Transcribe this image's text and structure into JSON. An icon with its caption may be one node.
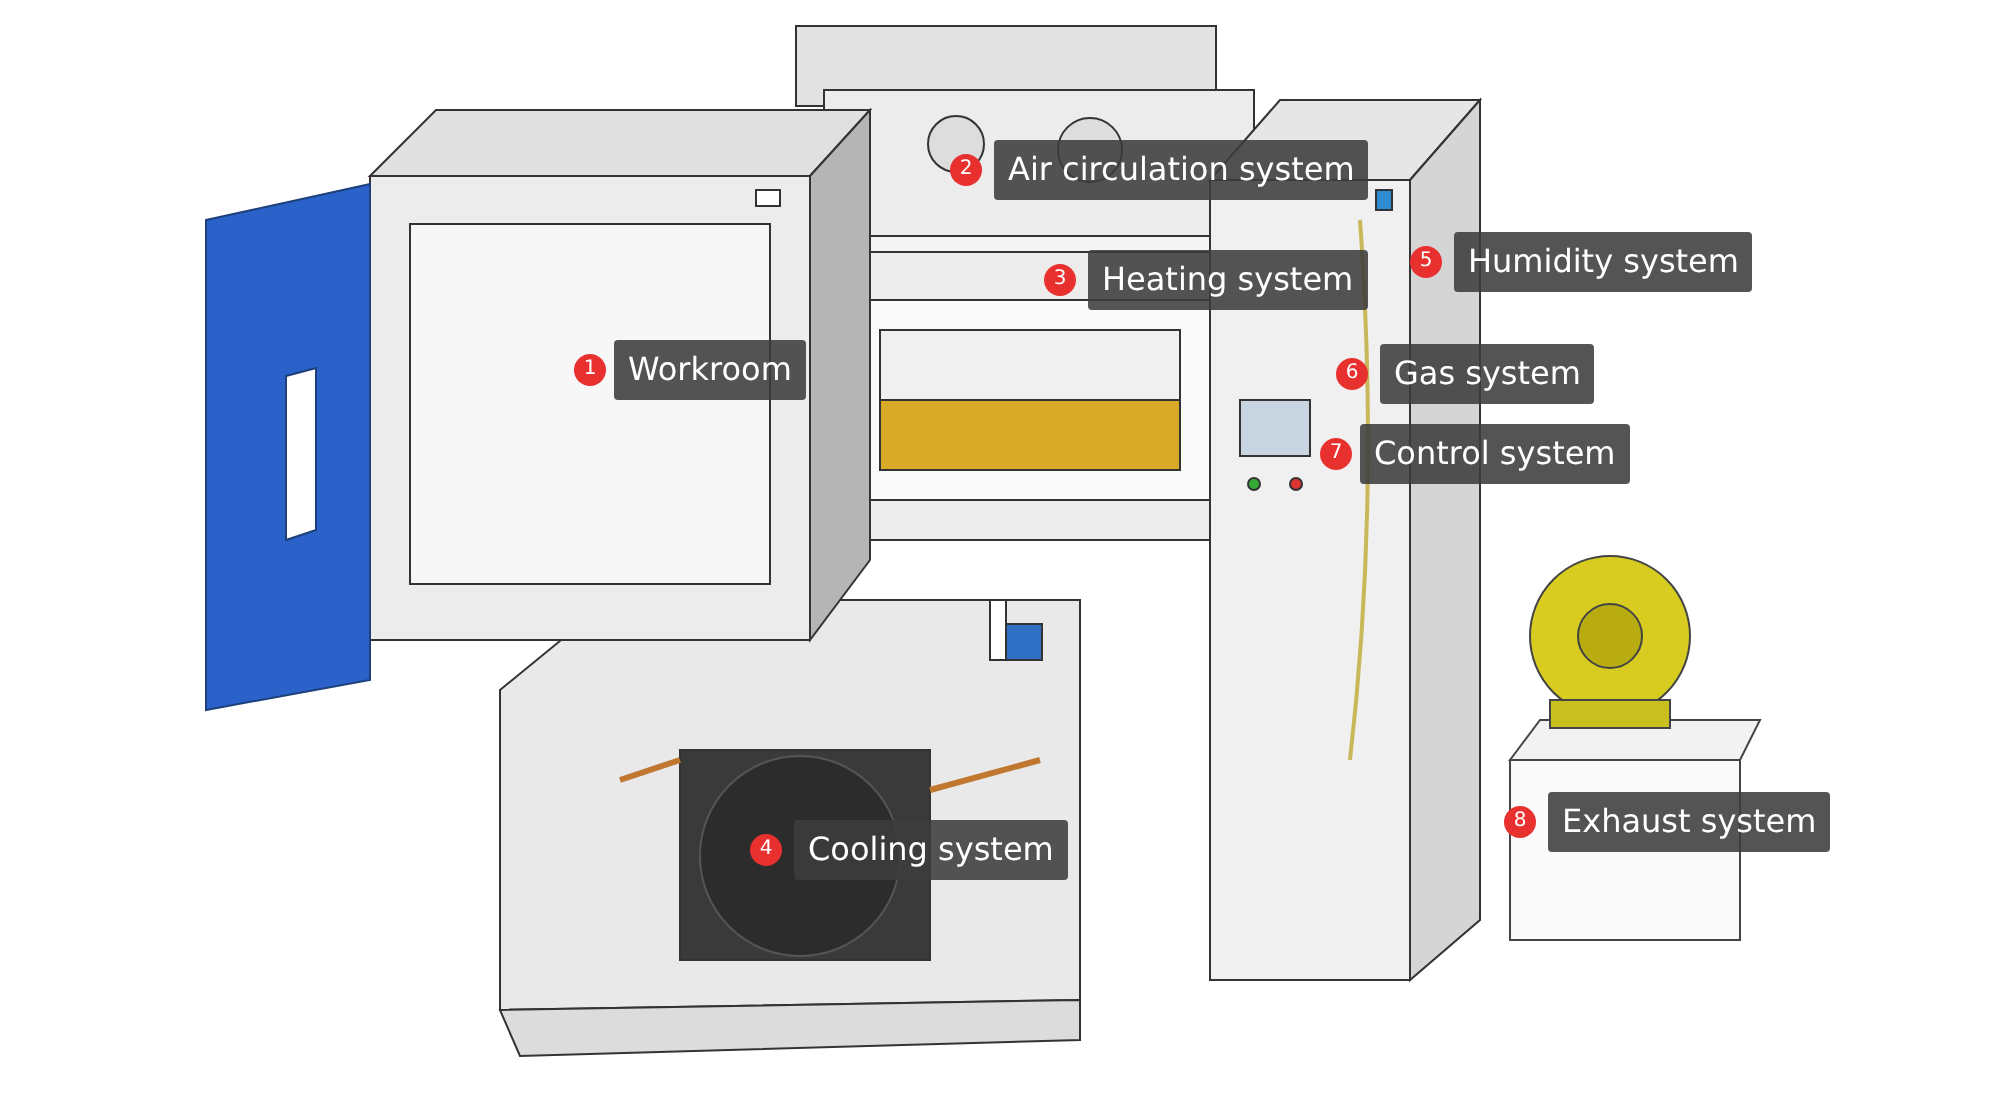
{
  "diagram": {
    "labels": [
      "1",
      "Workroom",
      "2",
      "Air circulation system",
      "3",
      "Heating system",
      "4",
      "Cooling system",
      "5",
      "Humidity system",
      "6",
      "Gas system",
      "7",
      "Control system",
      "8",
      "Exhaust system"
    ]
  }
}
